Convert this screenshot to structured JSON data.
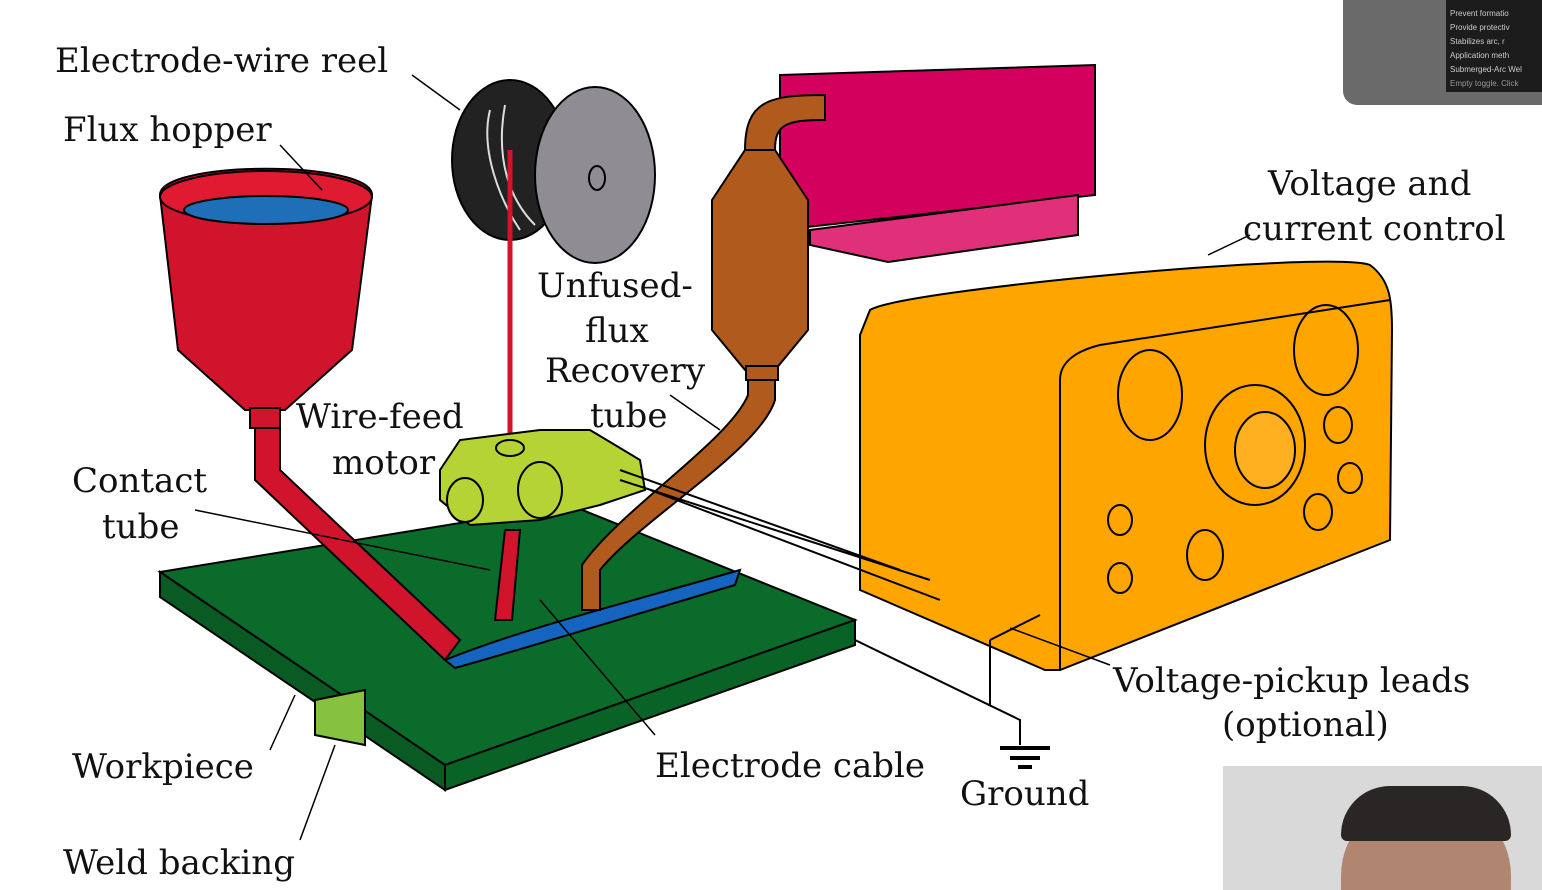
{
  "diagram": {
    "labels": {
      "reel": "Electrode-wire   reel",
      "hopper": "Flux   hopper",
      "voltage1": "Voltage   and",
      "voltage2": "current   control",
      "unfused1": "Unfused-",
      "unfused2": "flux",
      "recovery1": "Recovery",
      "recovery2": "tube",
      "wirefeed1": "Wire-feed",
      "wirefeed2": "motor",
      "contact1": "Contact",
      "contact2": "tube",
      "pickup1": "Voltage-pickup   leads",
      "pickup2": "(optional)",
      "workpiece": "Workpiece",
      "cable": "Electrode   cable",
      "ground": "Ground",
      "backing": "Weld   backing"
    },
    "colors": {
      "hopper": "#d0142c",
      "plate": "#0b6b2a",
      "flux": "#1565c0",
      "motor": "#b5d334",
      "recovery": "#b05a1e",
      "box": "#d4005e",
      "control": "#ffa500",
      "reel": "#8f8d93"
    }
  },
  "notes_panel": {
    "items": [
      "Prevent formatio",
      "Provide protectiv",
      "Stabilizes arc, r",
      "Application meth",
      "Submerged-Arc Wel",
      "Empty toggle. Click"
    ]
  }
}
